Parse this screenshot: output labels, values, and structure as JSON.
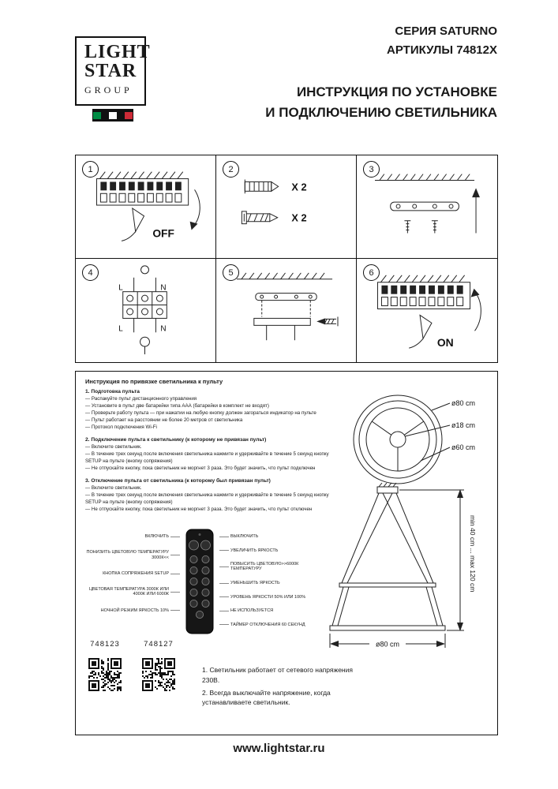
{
  "colors": {
    "ink": "#1a1a1a",
    "flag_green": "#008C45",
    "flag_red": "#CE2B37"
  },
  "header": {
    "logo": {
      "line1": "LIGHT",
      "line2": "STAR",
      "line3": "GROUP"
    },
    "series": "СЕРИЯ SATURNO",
    "articles": "АРТИКУЛЫ 74812X",
    "title1": "ИНСТРУКЦИЯ ПО УСТАНОВКЕ",
    "title2": "И ПОДКЛЮЧЕНИЮ СВЕТИЛЬНИКА"
  },
  "steps": [
    {
      "num": "1",
      "label": "OFF"
    },
    {
      "num": "2",
      "labels": [
        "X 2",
        "X 2"
      ]
    },
    {
      "num": "3"
    },
    {
      "num": "4",
      "labels": [
        "L",
        "N",
        "L",
        "N"
      ]
    },
    {
      "num": "5"
    },
    {
      "num": "6",
      "label": "ON"
    }
  ],
  "pairing": {
    "title": "Инструкция по привязке светильника к пульту",
    "sections": [
      {
        "heading": "1. Подготовка пульта",
        "items": [
          "— Распакуйте пульт дистанционного управления",
          "— Установите в пульт две батарейки типа ААА (батарейки в комплект не входят)",
          "— Проверьте работу пульта — при нажатии на любую кнопку должен загораться индикатор на пульте",
          "— Пульт работает на расстоянии не более 20 метров от светильника",
          "— Протокол подключения Wi-Fi"
        ]
      },
      {
        "heading": "2. Подключение пульта к светильнику (к которому не привязан пульт)",
        "items": [
          "— Включите светильник.",
          "— В течение трех секунд после включения светильника нажмите и удерживайте в течение 5 секунд кнопку SETUP на пульте (кнопку сопряжения)",
          "— Не отпускайте кнопку, пока светильник не моргнет 3 раза. Это будет значить, что пульт подключен"
        ]
      },
      {
        "heading": "3. Отключение пульта от светильника (к которому был привязан пульт)",
        "items": [
          "— Включите светильник.",
          "— В течение трех секунд после включения светильника нажмите и удерживайте в течение 5 секунд кнопку SETUP на пульте (кнопку сопряжения)",
          "— Не отпускайте кнопку, пока светильник не моргнет 3 раза. Это будет значить, что пульт отключен"
        ]
      }
    ]
  },
  "remote": {
    "left_labels": [
      "ВКЛЮЧИТЬ",
      "ПОНИЗИТЬ ЦВЕТОВУЮ ТЕМПЕРАТУРУ 3000К<<",
      "КНОПКА СОПРЯЖЕНИЯ SETUP",
      "ЦВЕТОВАЯ ТЕМПЕРАТУРА 3000К ИЛИ 4000К ИЛИ 6000К",
      "НОЧНОЙ РЕЖИМ ЯРКОСТЬ 10%"
    ],
    "right_labels": [
      "ВЫКЛЮЧИТЬ",
      "УВЕЛИЧИТЬ ЯРКОСТЬ",
      "ПОВЫСИТЬ ЦВЕТОВУЮ>>6000К ТЕМПЕРАТУРУ",
      "УМЕНЬШИТЬ ЯРКОСТЬ",
      "УРОВЕНЬ ЯРКОСТИ 50% ИЛИ 100%",
      "НЕ ИСПОЛЬЗУЕТСЯ",
      "ТАЙМЕР ОТКЛЮЧЕНИЯ 60 СЕКУНД"
    ]
  },
  "models": [
    "748123",
    "748127"
  ],
  "diagram": {
    "top_view": {
      "outer": "ø80 cm",
      "hub": "ø18 cm",
      "inner": "ø60 cm"
    },
    "side_view": {
      "height": "min 40 cm ... max 120 cm",
      "bottom": "ø80 cm"
    }
  },
  "notes": [
    "1. Светильник работает от сетевого напряжения 230В.",
    "2. Всегда выключайте напряжение, когда устанавливаете светильник."
  ],
  "footer": "www.lightstar.ru"
}
